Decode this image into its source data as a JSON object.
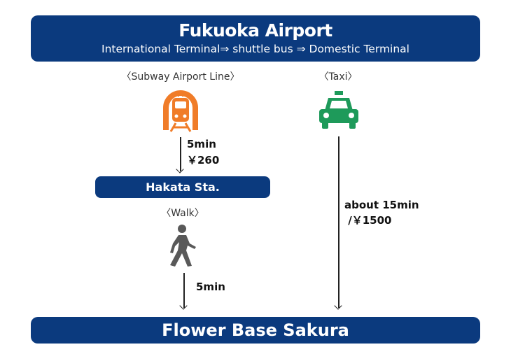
{
  "origin": {
    "title": "Fukuoka Airport",
    "subtitle": "International Terminal⇒ shuttle bus ⇒ Domestic Terminal"
  },
  "subway": {
    "label": "〈Subway Airport Line〉",
    "time": "5min",
    "fare": "￥260",
    "icon": "subway-train-icon",
    "color": "#f07c28"
  },
  "transfer": {
    "station": "Hakata  Sta."
  },
  "walk": {
    "label": "〈Walk〉",
    "time": "5min",
    "icon": "walking-person-icon",
    "color": "#595959"
  },
  "taxi": {
    "label": "〈Taxi〉",
    "time": "about 15min",
    "fare": " /￥1500",
    "icon": "taxi-icon",
    "color": "#1e9a5a"
  },
  "destination": {
    "title": "Flower Base Sakura"
  }
}
